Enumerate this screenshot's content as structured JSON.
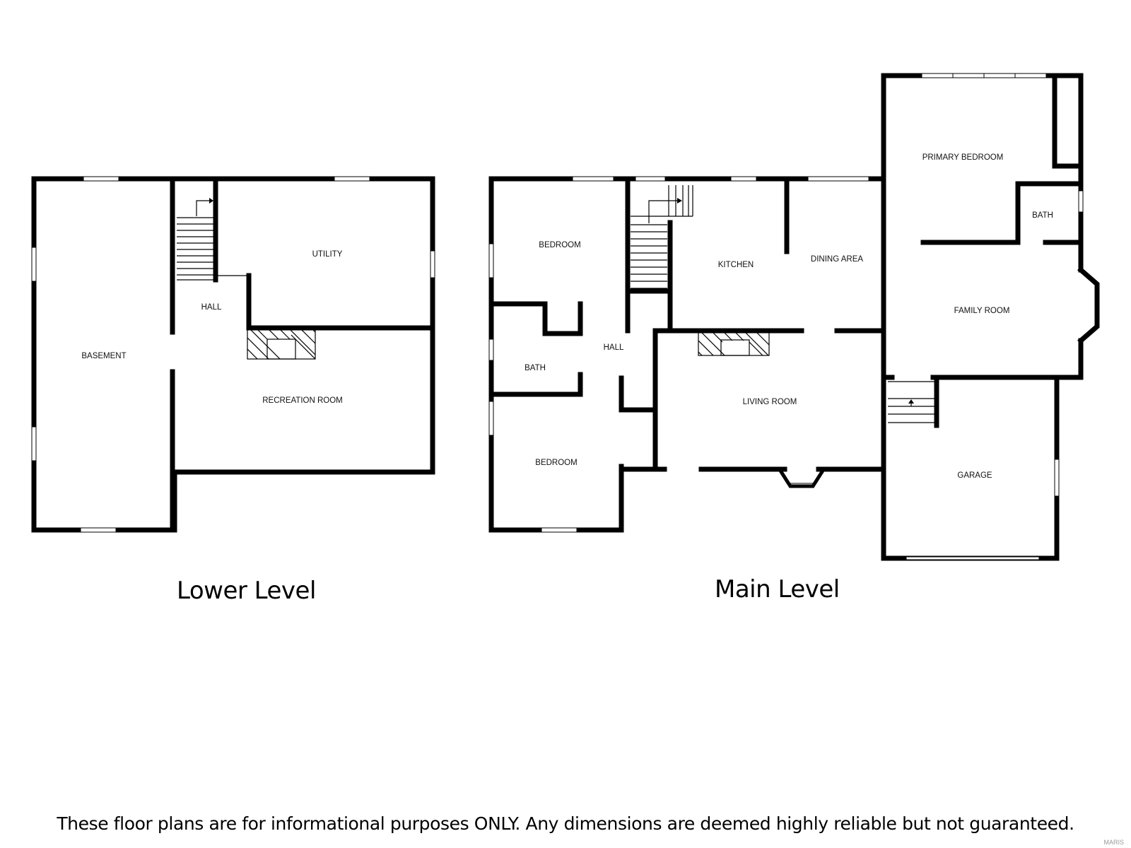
{
  "levels": {
    "lower": {
      "title": "Lower Level",
      "rooms": {
        "basement": "BASEMENT",
        "hall": "HALL",
        "utility": "UTILITY",
        "recreation": "RECREATION ROOM"
      }
    },
    "main": {
      "title": "Main Level",
      "rooms": {
        "bedroom_top": "BEDROOM",
        "bath_left": "BATH",
        "hall": "HALL",
        "bedroom_bottom": "BEDROOM",
        "kitchen": "KITCHEN",
        "dining": "DINING AREA",
        "living": "LIVING ROOM",
        "primary_bedroom": "PRIMARY BEDROOM",
        "bath_primary": "BATH",
        "family": "FAMILY ROOM",
        "garage": "GARAGE"
      }
    }
  },
  "disclaimer": "These floor plans are for informational purposes ONLY. Any dimensions are deemed highly reliable but not guaranteed.",
  "watermark": "MARIS"
}
